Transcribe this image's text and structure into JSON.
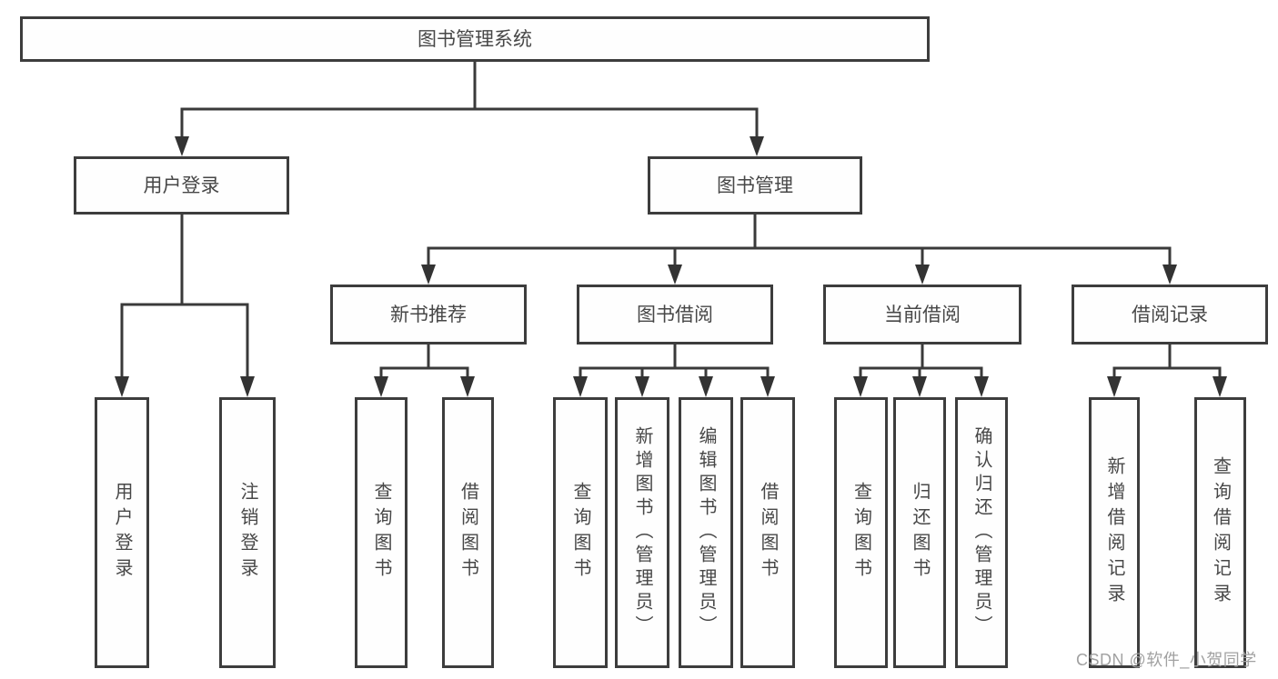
{
  "diagram": {
    "type": "hierarchy-tree",
    "colors": {
      "background": "#ffffff",
      "line": "#3a3a3a",
      "box_border": "#3d3d3d",
      "text": "#474747",
      "watermark": "#a1a1a1"
    },
    "nodes": {
      "root": "图书管理系统",
      "user_login": "用户登录",
      "book_mgmt": "图书管理",
      "new_books": "新书推荐",
      "book_borrow": "图书借阅",
      "current_borrow": "当前借阅",
      "borrow_records": "借阅记录",
      "leaf_user_login": "用户登录",
      "leaf_logout": "注销登录",
      "leaf_nb_query": "查询图书",
      "leaf_nb_borrow": "借阅图书",
      "leaf_bw_query": "查询图书",
      "leaf_bw_add": "新增图书（管理员）",
      "leaf_bw_edit": "编辑图书（管理员）",
      "leaf_bw_borrow": "借阅图书",
      "leaf_cur_query": "查询图书",
      "leaf_cur_return": "归还图书",
      "leaf_cur_confirm": "确认归还（管理员）",
      "leaf_rec_add": "新增借阅记录",
      "leaf_rec_query": "查询借阅记录"
    },
    "watermark": "CSDN @软件_小贺同学"
  }
}
